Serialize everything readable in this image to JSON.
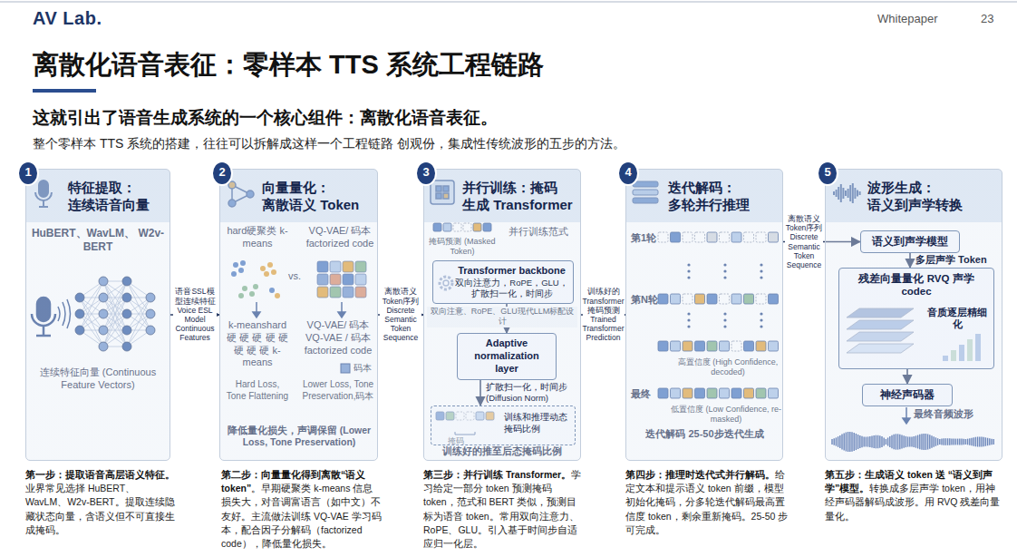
{
  "diagram": {
    "title": "离散化语音表征：零样本 TTS 系统工程链路",
    "nodes": [
      {
        "text": [
          "特征提取： 连续语音向量"
        ]
      },
      {
        "text": [
          "1"
        ],
        "in": 0
      },
      {
        "text": [
          "向量量化： 离散语义 Token"
        ]
      },
      {
        "text": [
          "2"
        ],
        "in": 2
      },
      {
        "text": [
          "并行训练：掩码 生成 Transformer"
        ]
      },
      {
        "text": [
          "3"
        ],
        "in": 4
      },
      {
        "text": [
          "Transformer backbone",
          "双向注意力，RoPE，GLU，扩散扫一化，时间步"
        ],
        "in": 4
      },
      {
        "text": [
          "Adaptive normalization layer"
        ],
        "in": 4
      },
      {
        "text": [
          "训练和推理动态掩码比例"
        ],
        "in": 4
      },
      {
        "text": [
          "迭代解码： 多轮并行推理"
        ]
      },
      {
        "text": [
          "4"
        ],
        "in": 9
      },
      {
        "text": [
          "波形生成： 语义到声学转换"
        ]
      },
      {
        "text": [
          "5"
        ],
        "in": 11
      },
      {
        "text": [
          "语义到声学模型"
        ],
        "in": 11
      },
      {
        "text": [
          "残差向量量化 RVQ 声学 codec",
          "音质逐层精细化"
        ],
        "in": 11
      },
      {
        "text": [
          "神经声码器"
        ],
        "in": 11
      }
    ],
    "edges": [
      {
        "from": 0,
        "to": 2,
        "arrow": "to",
        "label": "语音SSL模型连续特征 Voice ESL Model Continuous Features"
      },
      {
        "from": 2,
        "to": 4,
        "arrow": "to",
        "label": "离散语义Token序列 Discrete Semantic Token Sequence"
      },
      {
        "from": 4,
        "to": 9,
        "arrow": "to",
        "label": "训练好的Transformer掩码预测 Trained Transformer Prediction"
      },
      {
        "from": 9,
        "to": 13,
        "arrow": "to",
        "label": "离散语义Token序列 Discrete Semantic Token Sequence"
      },
      {
        "from": 6,
        "to": 7,
        "arrow": "to"
      },
      {
        "from": 7,
        "to": 8,
        "arrow": "to",
        "label": "扩散扫一化，时间步 (Diffusion Norm)"
      },
      {
        "from": 13,
        "to": 14,
        "arrow": "to",
        "label": "多层声学 Token"
      },
      {
        "from": 14,
        "to": 15,
        "arrow": "to"
      }
    ],
    "labels": [
      "AV Lab.",
      "Whitepaper",
      "23",
      "这就引出了语音生成系统的一个核心组件：离散化语音表征。",
      "整个零样本 TTS 系统的搭建，往往可以拆解成这样一个工程链路 创观份，集成性传统波形的五步的方法。",
      "HuBERT、WavLM、 W2v-BERT",
      "连续特征向量 (Continuous Feature Vectors)",
      "hard硬聚类 k-means",
      "vs.",
      "VQ-VAE/ 码本 factorized code",
      "k-meanshard 硬 硬 硬 硬 硬 硬 硬 硬 k-means",
      "VQ-VAE/ 码本 VQ-VAE / 码本 factorized code",
      "码本",
      "Hard Loss, Tone Flattening",
      "Lower Loss, Tone Preservation,码本",
      "降低量化损失，声调保留 (Lower Loss, Tone Preservation)",
      "掩码预测 (Masked Token)",
      "并行训练范式",
      "双向注意、RoPE、GLU现代LLM标配设计",
      "掩码",
      "训练好的推至后态掩码比例",
      "第1轮",
      "第N轮",
      "高置信度 (High Confidence, decoded)",
      "最终",
      "低置信度 (Low Confidence, re-masked)",
      "迭代解码 25-50步迭代生成",
      "最终音频波形",
      "第一步：提取语音高层语义特征。",
      "业界常见选择 HuBERT、WavLM、W2v-BERT。提取连续隐藏状态向量，含语义但不可直接生成掩码。",
      "第二步：向量量化得到离散“语义 token”",
      "。早期硬聚类 k-means 信息损失大，对音调富语言（如中文）不友好。主流做法训练 VQ-VAE 学习码本，配合因子分解码（factorized code），降低量化损失。",
      "第三步：并行训练 Transformer。",
      "学习给定一部分 token 预测掩码 token，范式和 BERT 类似，预测目标为语音 token。常用双向注意力、RoPE、GLU。引入基于时间步自适应归一化层。",
      "第四步：推理时迭代式并行解码。",
      "给定文本和提示语义 token 前缀，模型初始化掩码，分多轮迭代解码最高置信度 token，剩余重新掩码。25-50 步可完成。",
      "第五步：生成语义 token 送 “语义到声学”模型。",
      "转换成多层声学 token，用神经声码器解码成波形。用 RVQ 残差向量量化。"
    ]
  }
}
